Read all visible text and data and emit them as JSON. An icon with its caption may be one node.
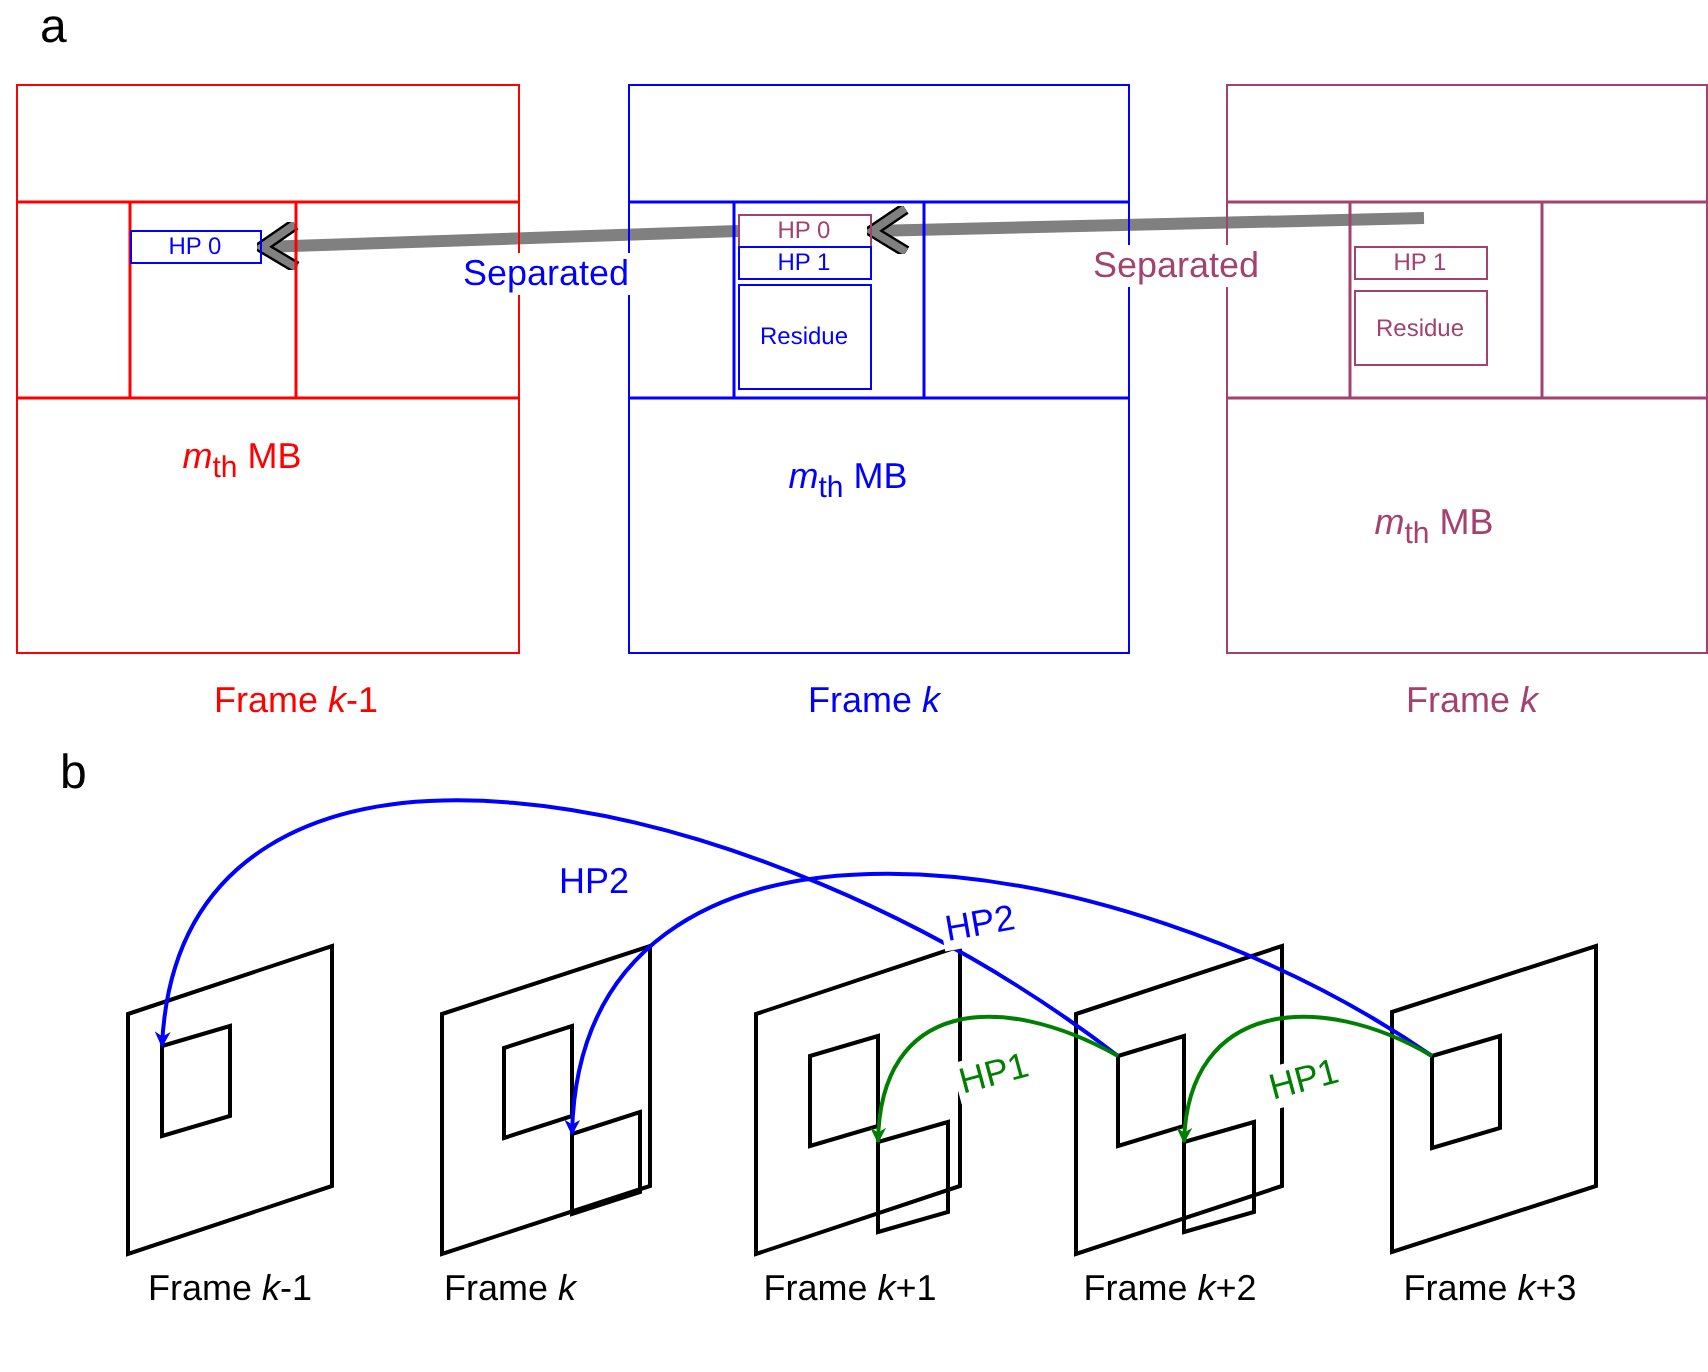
{
  "diagram": {
    "nodes": [
      {
        "text": [
          "*m*$_{th}$ MB"
        ],
        "beside": [
          "Frame *k*-1"
        ]
      },
      {
        "text": [
          "HP 0"
        ],
        "in": 0
      },
      {
        "text": [
          "*m*$_{th}$ MB"
        ],
        "beside": [
          "Frame *k*"
        ]
      },
      {
        "text": [
          "HP 0"
        ],
        "in": 2
      },
      {
        "text": [
          "HP 1"
        ],
        "in": 2
      },
      {
        "text": [
          "Residue"
        ],
        "in": 2
      },
      {
        "text": [
          "*m*$_{th}$ MB"
        ],
        "beside": [
          "Frame *k*"
        ]
      },
      {
        "text": [
          "HP 1"
        ],
        "in": 6
      },
      {
        "text": [
          "Residue"
        ],
        "in": 6
      },
      {
        "text": [],
        "shape": "box",
        "beside": [
          "Frame *k*-1"
        ]
      },
      {
        "text": [],
        "shape": "box",
        "in": 9
      },
      {
        "text": [],
        "shape": "box",
        "beside": [
          "Frame *k*"
        ]
      },
      {
        "text": [],
        "shape": "box",
        "in": 11
      },
      {
        "text": [],
        "shape": "box",
        "in": 11
      },
      {
        "text": [],
        "shape": "box",
        "beside": [
          "Frame *k*+1"
        ]
      },
      {
        "text": [],
        "shape": "box",
        "in": 14
      },
      {
        "text": [],
        "shape": "box",
        "in": 14
      },
      {
        "text": [],
        "shape": "box",
        "beside": [
          "Frame *k*+2"
        ]
      },
      {
        "text": [],
        "shape": "box",
        "in": 17
      },
      {
        "text": [],
        "shape": "box",
        "in": 17
      },
      {
        "text": [],
        "shape": "box",
        "beside": [
          "Frame *k*+3"
        ]
      },
      {
        "text": [],
        "shape": "box",
        "in": 20
      }
    ],
    "edges": [
      {
        "from": 3,
        "to": 1,
        "arrow": "to",
        "label": "Separated",
        "style": "thick",
        "color": "#808080"
      },
      {
        "from": null,
        "to": 3,
        "arrow": "to",
        "label": "Separated",
        "style": "thick",
        "color": "#808080"
      },
      {
        "from": 18,
        "to": 10,
        "arrow": "to",
        "label": "HP2",
        "color": "#0000ff"
      },
      {
        "from": 21,
        "to": 13,
        "arrow": "to",
        "label": "HP2",
        "color": "#0000ff"
      },
      {
        "from": 18,
        "to": 16,
        "arrow": "to",
        "label": "HP1",
        "color": "#008000"
      },
      {
        "from": 21,
        "to": 19,
        "arrow": "to",
        "label": "HP1",
        "color": "#008000"
      }
    ],
    "labels": [
      "a",
      "b"
    ]
  }
}
